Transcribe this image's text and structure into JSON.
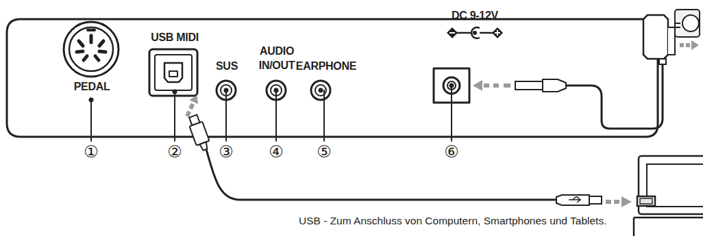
{
  "diagram": {
    "caption": "USB - Zum Anschluss von Computern, Smartphones und Tablets.",
    "labels": [
      "PEDAL",
      "USB MIDI",
      "SUS",
      "AUDIO IN/OUT",
      "EARPHONE",
      "DC 9-12V",
      "①",
      "②",
      "③",
      "④",
      "⑤",
      "⑥"
    ]
  }
}
